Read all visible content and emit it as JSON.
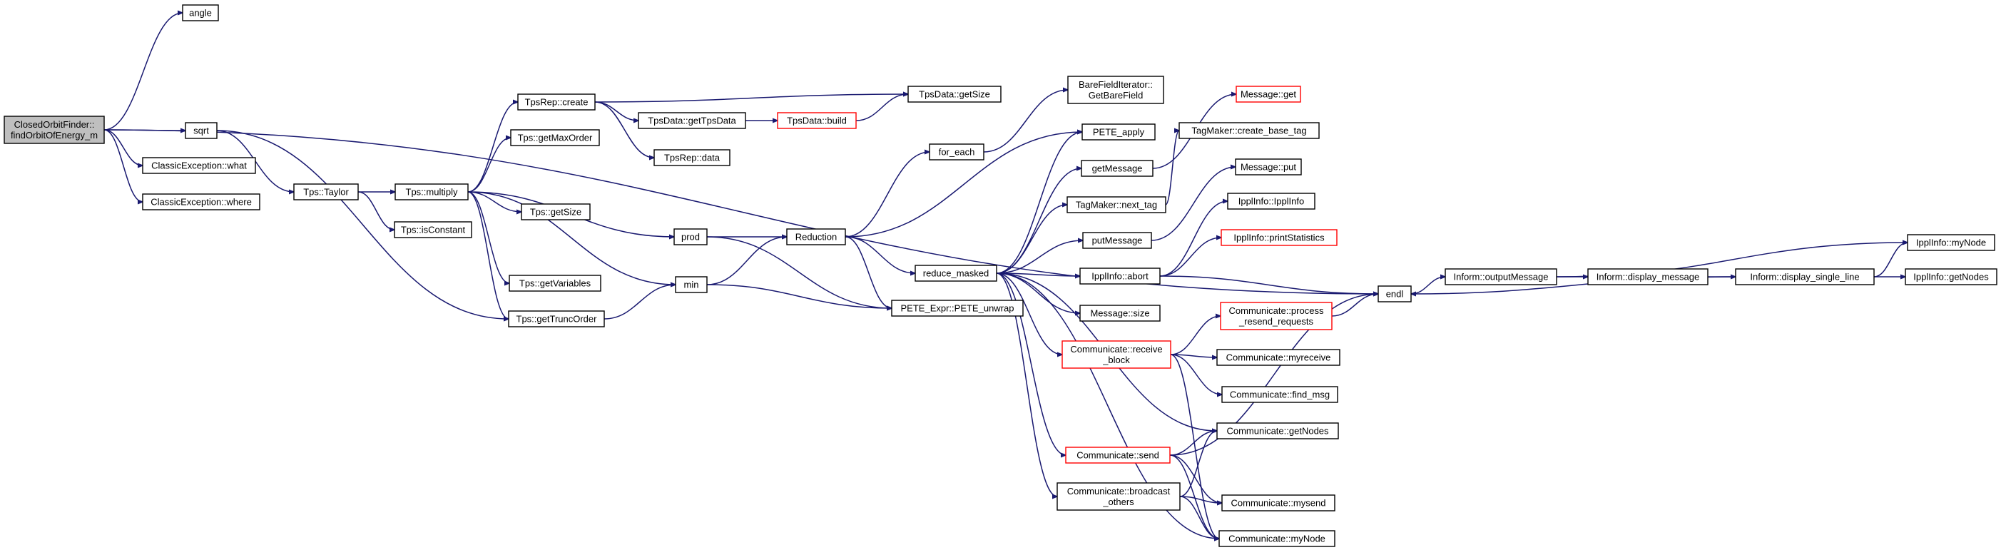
{
  "diagram": {
    "kind": "call-graph",
    "colors": {
      "edge": "#191970",
      "root_fill": "#bfbfbf",
      "truncated_border": "#ff0000",
      "node_border": "#000000"
    },
    "nodes": [
      {
        "id": "root",
        "lines": [
          "ClosedOrbitFinder::",
          "findOrbitOfEnergy_m"
        ],
        "root": true
      },
      {
        "id": "angle",
        "lines": [
          "angle"
        ]
      },
      {
        "id": "sqrt",
        "lines": [
          "sqrt"
        ]
      },
      {
        "id": "ce_what",
        "lines": [
          "ClassicException::what"
        ]
      },
      {
        "id": "ce_where",
        "lines": [
          "ClassicException::where"
        ]
      },
      {
        "id": "tps_taylor",
        "lines": [
          "Tps::Taylor"
        ]
      },
      {
        "id": "tps_multiply",
        "lines": [
          "Tps::multiply"
        ]
      },
      {
        "id": "tps_isconstant",
        "lines": [
          "Tps::isConstant"
        ]
      },
      {
        "id": "tpsrep_create",
        "lines": [
          "TpsRep::create"
        ]
      },
      {
        "id": "tps_getmaxorder",
        "lines": [
          "Tps::getMaxOrder"
        ]
      },
      {
        "id": "tps_getsize",
        "lines": [
          "Tps::getSize"
        ]
      },
      {
        "id": "tps_getvariables",
        "lines": [
          "Tps::getVariables"
        ]
      },
      {
        "id": "tps_gettruncorder",
        "lines": [
          "Tps::getTruncOrder"
        ]
      },
      {
        "id": "tpsdata_gettpsdata",
        "lines": [
          "TpsData::getTpsData"
        ]
      },
      {
        "id": "tpsrep_data",
        "lines": [
          "TpsRep::data"
        ]
      },
      {
        "id": "tpsdata_build",
        "lines": [
          "TpsData::build"
        ],
        "truncated": true
      },
      {
        "id": "tpsdata_getsize",
        "lines": [
          "TpsData::getSize"
        ]
      },
      {
        "id": "prod",
        "lines": [
          "prod"
        ]
      },
      {
        "id": "min",
        "lines": [
          "min"
        ]
      },
      {
        "id": "reduction",
        "lines": [
          "Reduction"
        ]
      },
      {
        "id": "pete_unwrap",
        "lines": [
          "PETE_Expr::PETE_unwrap"
        ]
      },
      {
        "id": "for_each",
        "lines": [
          "for_each"
        ]
      },
      {
        "id": "bfi_getbarefield",
        "lines": [
          "BareFieldIterator::",
          "GetBareField"
        ]
      },
      {
        "id": "pete_apply",
        "lines": [
          "PETE_apply"
        ]
      },
      {
        "id": "reduce_masked",
        "lines": [
          "reduce_masked"
        ]
      },
      {
        "id": "getmessage",
        "lines": [
          "getMessage"
        ]
      },
      {
        "id": "message_get",
        "lines": [
          "Message::get"
        ],
        "truncated": true
      },
      {
        "id": "tagmaker_createbasetag",
        "lines": [
          "TagMaker::create_base_tag"
        ]
      },
      {
        "id": "tagmaker_nexttag",
        "lines": [
          "TagMaker::next_tag"
        ]
      },
      {
        "id": "message_put",
        "lines": [
          "Message::put"
        ]
      },
      {
        "id": "putmessage",
        "lines": [
          "putMessage"
        ]
      },
      {
        "id": "ipplinfo_ipplinfo",
        "lines": [
          "IpplInfo::IpplInfo"
        ]
      },
      {
        "id": "ipplinfo_printstatistics",
        "lines": [
          "IpplInfo::printStatistics"
        ],
        "truncated": true
      },
      {
        "id": "ipplinfo_abort",
        "lines": [
          "IpplInfo::abort"
        ]
      },
      {
        "id": "message_size",
        "lines": [
          "Message::size"
        ]
      },
      {
        "id": "comm_process_resend",
        "lines": [
          "Communicate::process",
          "_resend_requests"
        ],
        "truncated": true
      },
      {
        "id": "comm_receive_block",
        "lines": [
          "Communicate::receive",
          "_block"
        ],
        "truncated": true
      },
      {
        "id": "comm_myreceive",
        "lines": [
          "Communicate::myreceive"
        ]
      },
      {
        "id": "comm_find_msg",
        "lines": [
          "Communicate::find_msg"
        ]
      },
      {
        "id": "comm_getnodes",
        "lines": [
          "Communicate::getNodes"
        ]
      },
      {
        "id": "comm_send",
        "lines": [
          "Communicate::send"
        ],
        "truncated": true
      },
      {
        "id": "comm_broadcast_others",
        "lines": [
          "Communicate::broadcast",
          "_others"
        ]
      },
      {
        "id": "comm_mysend",
        "lines": [
          "Communicate::mysend"
        ]
      },
      {
        "id": "comm_mynode",
        "lines": [
          "Communicate::myNode"
        ]
      },
      {
        "id": "endl",
        "lines": [
          "endl"
        ]
      },
      {
        "id": "inform_outputmessage",
        "lines": [
          "Inform::outputMessage"
        ]
      },
      {
        "id": "inform_display_message",
        "lines": [
          "Inform::display_message"
        ]
      },
      {
        "id": "inform_display_single_line",
        "lines": [
          "Inform::display_single_line"
        ]
      },
      {
        "id": "ipplinfo_mynode",
        "lines": [
          "IpplInfo::myNode"
        ]
      },
      {
        "id": "ipplinfo_getnodes",
        "lines": [
          "IpplInfo::getNodes"
        ]
      }
    ],
    "edges": [
      [
        "root",
        "angle"
      ],
      [
        "root",
        "sqrt"
      ],
      [
        "root",
        "ce_what"
      ],
      [
        "root",
        "ce_where"
      ],
      [
        "root",
        "endl"
      ],
      [
        "sqrt",
        "tps_taylor"
      ],
      [
        "sqrt",
        "tps_gettruncorder"
      ],
      [
        "tps_taylor",
        "tps_multiply"
      ],
      [
        "tps_taylor",
        "tps_isconstant"
      ],
      [
        "tps_multiply",
        "tpsrep_create"
      ],
      [
        "tps_multiply",
        "tps_getmaxorder"
      ],
      [
        "tps_multiply",
        "tps_getsize"
      ],
      [
        "tps_multiply",
        "tps_getvariables"
      ],
      [
        "tps_multiply",
        "tps_gettruncorder"
      ],
      [
        "tps_multiply",
        "prod"
      ],
      [
        "tps_multiply",
        "min"
      ],
      [
        "tpsrep_create",
        "tpsdata_gettpsdata"
      ],
      [
        "tpsrep_create",
        "tpsrep_data"
      ],
      [
        "tpsrep_create",
        "tpsdata_getsize"
      ],
      [
        "tpsdata_gettpsdata",
        "tpsdata_build"
      ],
      [
        "tpsdata_build",
        "tpsdata_getsize"
      ],
      [
        "tps_gettruncorder",
        "min"
      ],
      [
        "prod",
        "reduction"
      ],
      [
        "prod",
        "pete_unwrap"
      ],
      [
        "min",
        "reduction"
      ],
      [
        "min",
        "pete_unwrap"
      ],
      [
        "reduction",
        "for_each"
      ],
      [
        "reduction",
        "pete_apply"
      ],
      [
        "reduction",
        "reduce_masked"
      ],
      [
        "reduction",
        "pete_unwrap"
      ],
      [
        "for_each",
        "bfi_getbarefield"
      ],
      [
        "reduce_masked",
        "pete_apply"
      ],
      [
        "reduce_masked",
        "getmessage"
      ],
      [
        "reduce_masked",
        "tagmaker_nexttag"
      ],
      [
        "reduce_masked",
        "putmessage"
      ],
      [
        "reduce_masked",
        "ipplinfo_abort"
      ],
      [
        "reduce_masked",
        "message_size"
      ],
      [
        "reduce_masked",
        "comm_receive_block"
      ],
      [
        "reduce_masked",
        "comm_getnodes"
      ],
      [
        "reduce_masked",
        "comm_send"
      ],
      [
        "reduce_masked",
        "comm_broadcast_others"
      ],
      [
        "reduce_masked",
        "comm_mynode"
      ],
      [
        "getmessage",
        "message_get"
      ],
      [
        "tagmaker_nexttag",
        "tagmaker_createbasetag"
      ],
      [
        "putmessage",
        "message_put"
      ],
      [
        "ipplinfo_abort",
        "ipplinfo_ipplinfo"
      ],
      [
        "ipplinfo_abort",
        "ipplinfo_printstatistics"
      ],
      [
        "ipplinfo_abort",
        "endl"
      ],
      [
        "comm_receive_block",
        "comm_process_resend"
      ],
      [
        "comm_receive_block",
        "comm_myreceive"
      ],
      [
        "comm_receive_block",
        "comm_find_msg"
      ],
      [
        "comm_receive_block",
        "comm_mynode"
      ],
      [
        "comm_process_resend",
        "endl"
      ],
      [
        "comm_send",
        "comm_getnodes"
      ],
      [
        "comm_send",
        "comm_mysend"
      ],
      [
        "comm_send",
        "comm_mynode"
      ],
      [
        "comm_send",
        "endl"
      ],
      [
        "comm_broadcast_others",
        "comm_getnodes"
      ],
      [
        "comm_broadcast_others",
        "comm_mysend"
      ],
      [
        "comm_broadcast_others",
        "comm_mynode"
      ],
      [
        "endl",
        "inform_outputmessage"
      ],
      [
        "inform_outputmessage",
        "inform_display_message"
      ],
      [
        "inform_display_message",
        "inform_display_single_line"
      ],
      [
        "inform_display_single_line",
        "ipplinfo_mynode"
      ],
      [
        "inform_display_single_line",
        "ipplinfo_getnodes"
      ],
      [
        "inform_display_single_line",
        "endl"
      ],
      [
        "inform_outputmessage",
        "ipplinfo_mynode"
      ]
    ]
  }
}
